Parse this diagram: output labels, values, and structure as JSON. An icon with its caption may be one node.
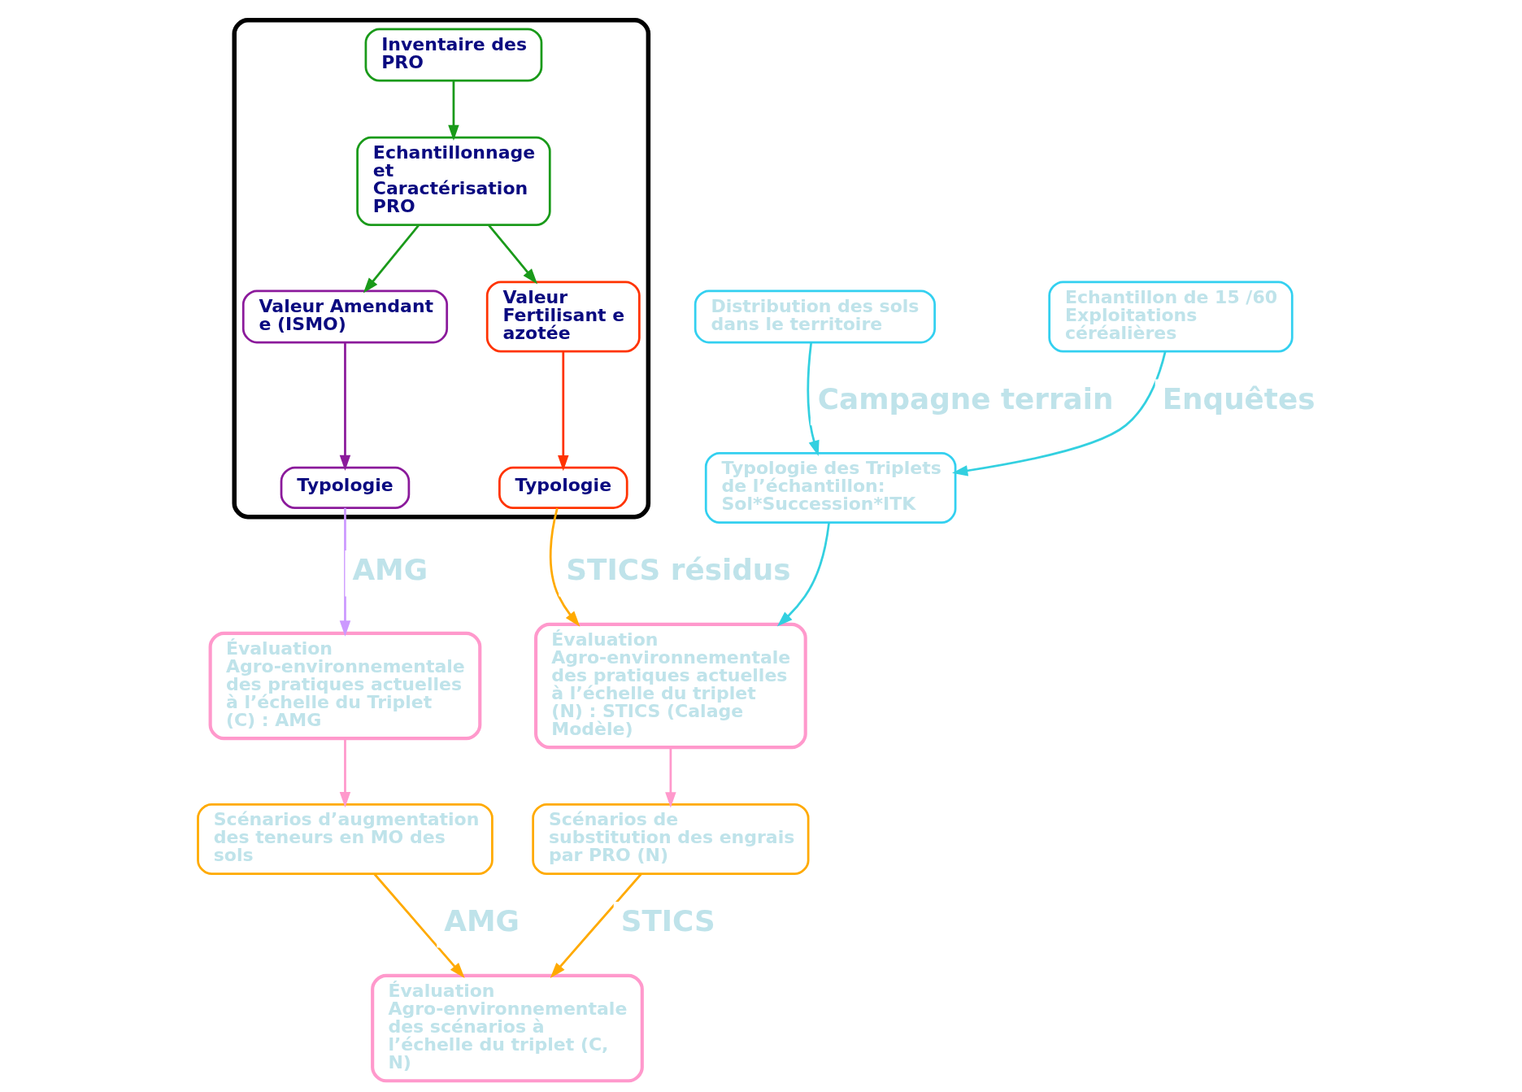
{
  "diagram": {
    "nodes": [
      {
        "text": [],
        "shape": "box"
      },
      {
        "text": [
          "Inventaire des PRO"
        ],
        "in": 0
      },
      {
        "text": [
          "Echantillonnage et Caractérisation PRO"
        ],
        "in": 0
      },
      {
        "text": [
          "Valeur Amendant e (ISMO)"
        ],
        "in": 0
      },
      {
        "text": [
          "Valeur Fertilisant e azotée"
        ],
        "in": 0
      },
      {
        "text": [
          "Typologie"
        ],
        "in": 0
      },
      {
        "text": [
          "Typologie"
        ],
        "in": 0
      },
      {
        "text": [
          "Distribution des sols dans le territoire"
        ]
      },
      {
        "text": [
          "Echantillon de 15 /60 Exploitations céréalières"
        ]
      },
      {
        "text": [
          "Évaluation Agro-environnementale des scénarios à l’échelle du triplet (C, N)"
        ]
      },
      {
        "text": [
          "Typologie des Triplets de l’échantillon: Sol*Succession*ITK"
        ]
      },
      {
        "text": [
          "Scénarios de substitution des engrais par PRO (N)"
        ]
      },
      {
        "text": [
          "Scénarios d’augmentation des teneurs en MO des sols"
        ]
      },
      {
        "text": [
          "Évaluation Agro-environnementale des pratiques actuelles à l’échelle du triplet (N) : STICS (Calage Modèle)"
        ]
      },
      {
        "text": [
          "Évaluation Agro-environnementale des pratiques actuelles à l’échelle du Triplet (C) : AMG"
        ]
      }
    ],
    "edges": [
      {
        "from": 1,
        "to": 2,
        "arrow": "to",
        "color": "#1a9a1a"
      },
      {
        "from": 2,
        "to": 3,
        "arrow": "to",
        "color": "#1a9a1a"
      },
      {
        "from": 2,
        "to": 4,
        "arrow": "to",
        "color": "#1a9a1a"
      },
      {
        "from": 3,
        "to": 5,
        "arrow": "to",
        "color": "#8b1a9b"
      },
      {
        "from": 4,
        "to": 6,
        "arrow": "to",
        "color": "#ff3300"
      },
      {
        "from": 7,
        "to": 10,
        "arrow": "to",
        "label": "Campagne terrain",
        "color": "#33d0e0"
      },
      {
        "from": 8,
        "to": 10,
        "arrow": "to",
        "label": "Enquêtes",
        "color": "#33d0e0"
      },
      {
        "from": 10,
        "to": 13,
        "arrow": "to",
        "color": "#33d0e0"
      },
      {
        "from": 6,
        "to": 13,
        "arrow": "to",
        "label": "STICS résidus",
        "color": "#ffaa00"
      },
      {
        "from": 5,
        "to": 14,
        "arrow": "to",
        "label": "AMG",
        "color": "#cc99ff"
      },
      {
        "from": 13,
        "to": 11,
        "arrow": "to",
        "color": "#ff99cc"
      },
      {
        "from": 14,
        "to": 12,
        "arrow": "to",
        "color": "#ff99cc"
      },
      {
        "from": 11,
        "to": 9,
        "arrow": "to",
        "label": "STICS",
        "color": "#ffaa00"
      },
      {
        "from": 12,
        "to": 9,
        "arrow": "to",
        "label": "AMG",
        "color": "#ffaa00"
      }
    ]
  }
}
